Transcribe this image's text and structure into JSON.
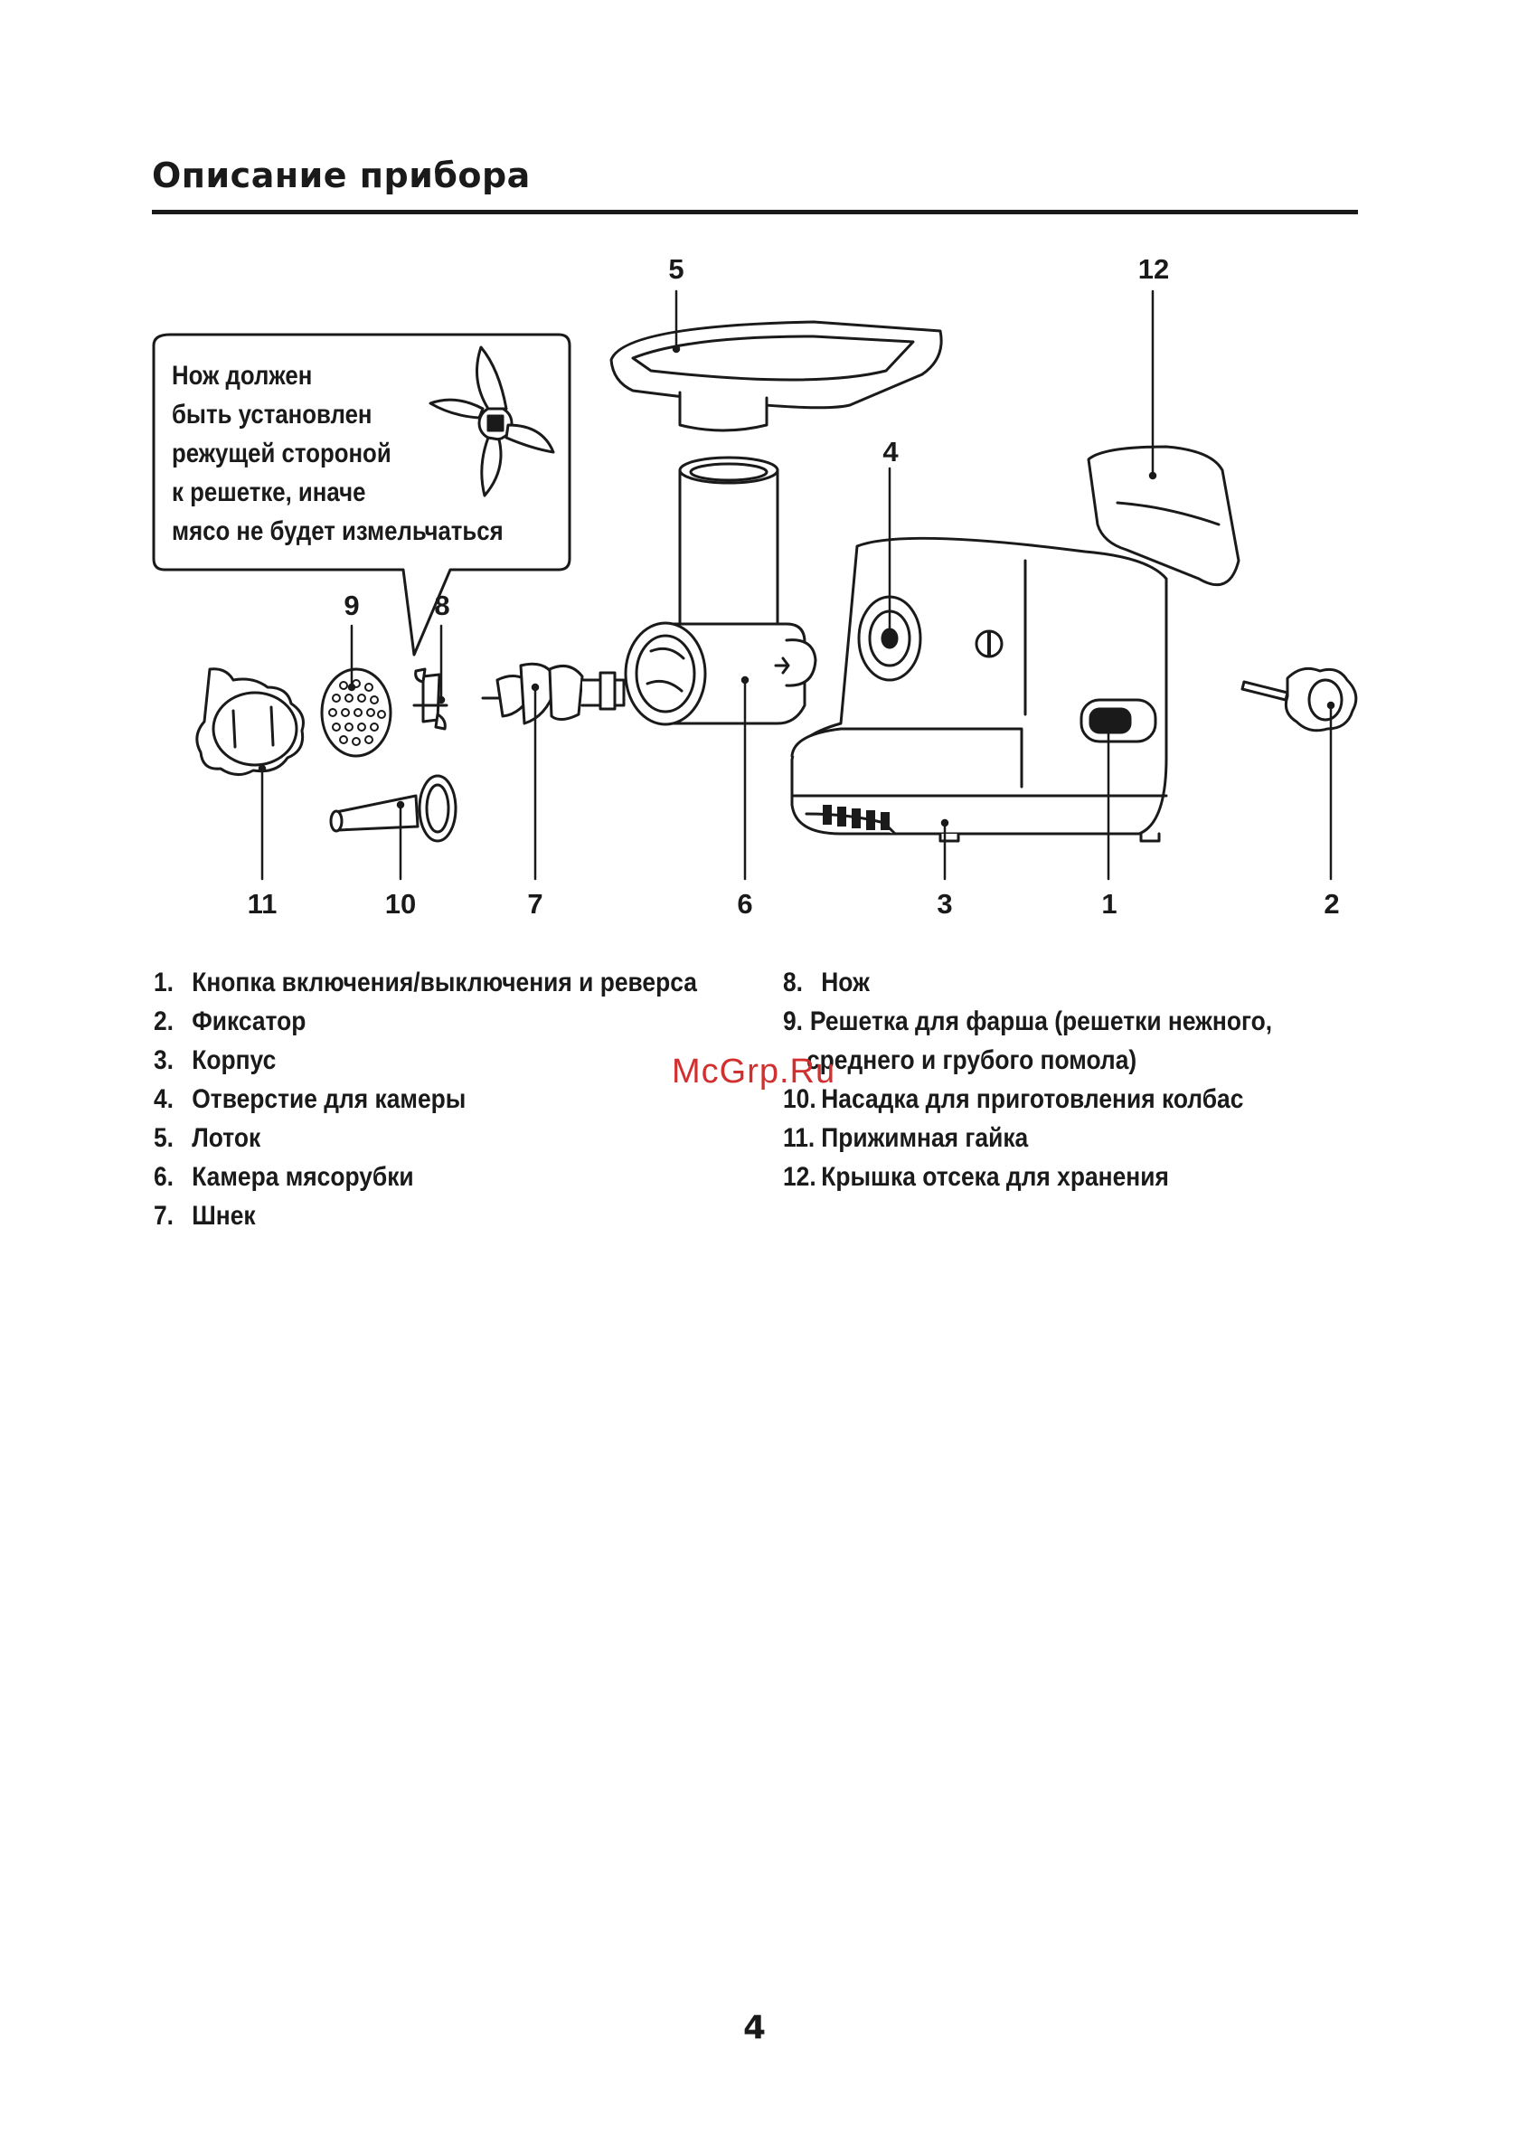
{
  "title": "Описание прибора",
  "callout": {
    "lines": [
      "Нож должен",
      "быть установлен",
      "режущей стороной",
      "к решетке, иначе",
      "мясо не будет измельчаться"
    ]
  },
  "diagram_labels": {
    "l5": "5",
    "l12": "12",
    "l4": "4",
    "l9": "9",
    "l8": "8",
    "l11": "11",
    "l10": "10",
    "l7": "7",
    "l6": "6",
    "l3": "3",
    "l1": "1",
    "l2": "2"
  },
  "legend": {
    "left": [
      {
        "num": "1.",
        "text": "Кнопка включения/выключения и реверса"
      },
      {
        "num": "2.",
        "text": "Фиксатор"
      },
      {
        "num": "3.",
        "text": "Корпус"
      },
      {
        "num": "4.",
        "text": "Отверстие для камеры"
      },
      {
        "num": "5.",
        "text": "Лоток"
      },
      {
        "num": "6.",
        "text": "Камера мясорубки"
      },
      {
        "num": "7.",
        "text": "Шнек"
      }
    ],
    "right": [
      {
        "num": "8.",
        "text": "Нож"
      },
      {
        "num": "9.",
        "text": "Решетка для фарша (решетки нежного,"
      },
      {
        "num": "",
        "text": "среднего и грубого помола)"
      },
      {
        "num": "10.",
        "text": "Насадка для приготовления колбас"
      },
      {
        "num": "11.",
        "text": "Прижимная гайка"
      },
      {
        "num": "12.",
        "text": "Крышка отсека для хранения"
      }
    ]
  },
  "watermark": "McGrp.Ru",
  "page_number": "4"
}
